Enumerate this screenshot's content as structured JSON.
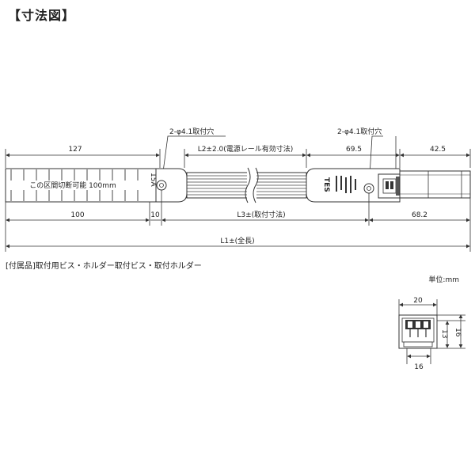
{
  "title": "【寸法図】",
  "dimensions_top": {
    "left": "127",
    "rail": "L2±2.0(電源レール有効寸法)",
    "mid_right": "69.5",
    "right": "42.5"
  },
  "dimensions_bottom": {
    "left": "100",
    "gap": "10",
    "l3": "L3±(取付寸法)",
    "right": "68.2",
    "l1": "L1±(全長)"
  },
  "callouts": {
    "hole_left": "2-φ4.1取付穴",
    "hole_right": "2-φ4.1取付穴"
  },
  "body_text": {
    "cut_zone": "この区間切断可能 100mm",
    "end_mark": "15A",
    "brand": "TES"
  },
  "accessories": "[付属品]取付用ビス・ホルダー取付ビス・取付ホルダー",
  "unit": "単位:mm",
  "cross_section": {
    "width_top": "20",
    "width_bottom": "16",
    "height_inner": "13",
    "height_outer": "16"
  }
}
